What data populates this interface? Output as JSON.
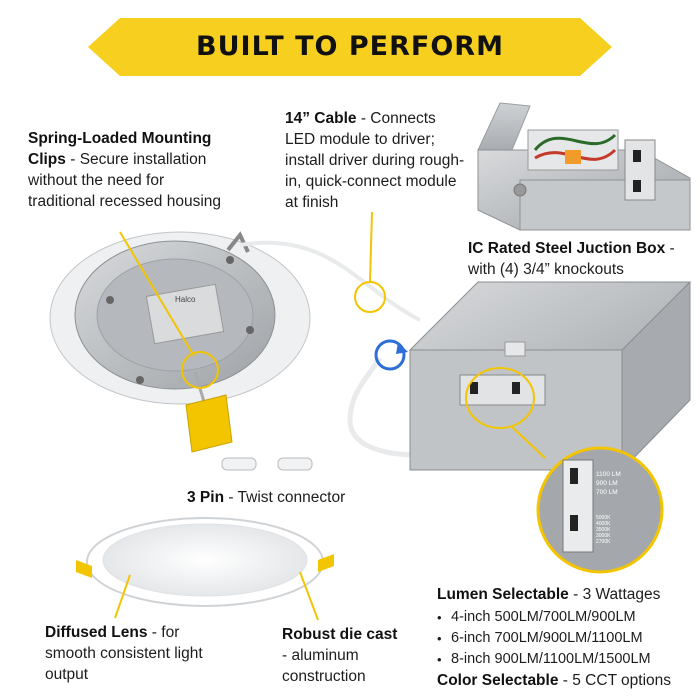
{
  "banner": {
    "title": "BUILT TO PERFORM",
    "color": "#f7cf1f"
  },
  "callouts": {
    "clips": {
      "title": "Spring-Loaded Mounting Clips",
      "dash": " - ",
      "text": "Secure installation without the need for traditional recessed housing"
    },
    "cable": {
      "title": "14” Cable",
      "dash": " - ",
      "text": "Connects LED module to driver; install driver during rough-in, quick-connect module at finish"
    },
    "jbox": {
      "title": "IC Rated Steel Juction Box",
      "dash": " - ",
      "text": "with (4) 3/4” knockouts"
    },
    "pin": {
      "title": "3 Pin",
      "dash": " - ",
      "text": "Twist connector"
    },
    "lens": {
      "title": "Diffused Lens",
      "dash": " - ",
      "text": "for smooth consistent light output"
    },
    "die": {
      "title": "Robust die cast",
      "dash": " - ",
      "text": "aluminum construction"
    },
    "lumen": {
      "title": "Lumen Selectable",
      "dash": " - ",
      "text": "3 Wattages",
      "items": [
        "4-inch 500LM/700LM/900LM",
        "6-inch 700LM/900LM/1100LM",
        "8-inch 900LM/1100LM/1500LM"
      ]
    },
    "color": {
      "title": "Color Selectable",
      "dash": " - ",
      "text": "5 CCT options"
    }
  },
  "switch_labels": {
    "lumen": [
      "1100 LM",
      "900 LM",
      "700 LM"
    ],
    "cct": [
      "5000K",
      "4000K",
      "3500K",
      "3000K",
      "2700K"
    ]
  },
  "product": {
    "brand": "Halco"
  },
  "colors": {
    "accent": "#f2c500",
    "metal": "#b9bcbf",
    "lens": "#f4f5f6"
  }
}
